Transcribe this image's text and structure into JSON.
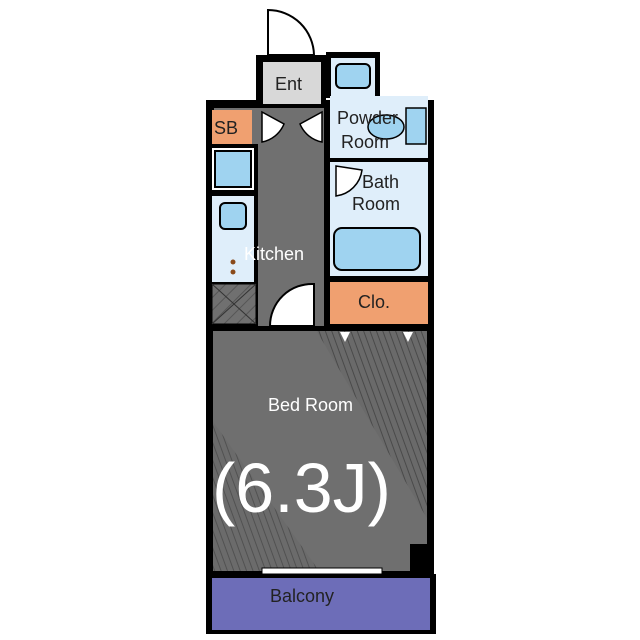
{
  "floorplan": {
    "rooms": {
      "entrance": "Ent",
      "shoe_box": "SB",
      "powder_room": [
        "Powder",
        "Room"
      ],
      "bath_room": [
        "Bath",
        "Room"
      ],
      "kitchen": "Kitchen",
      "closet": "Clo.",
      "bed_room": "Bed Room",
      "bed_room_size": "(6.3J)",
      "balcony": "Balcony"
    },
    "colors": {
      "wall": "#000000",
      "floor_dark": "#707070",
      "entrance_floor": "#d8d8d8",
      "wet_area": "#dfeefa",
      "fixture": "#9fd3f0",
      "closet": "#f0a070",
      "balcony": "#6d6db8"
    }
  }
}
